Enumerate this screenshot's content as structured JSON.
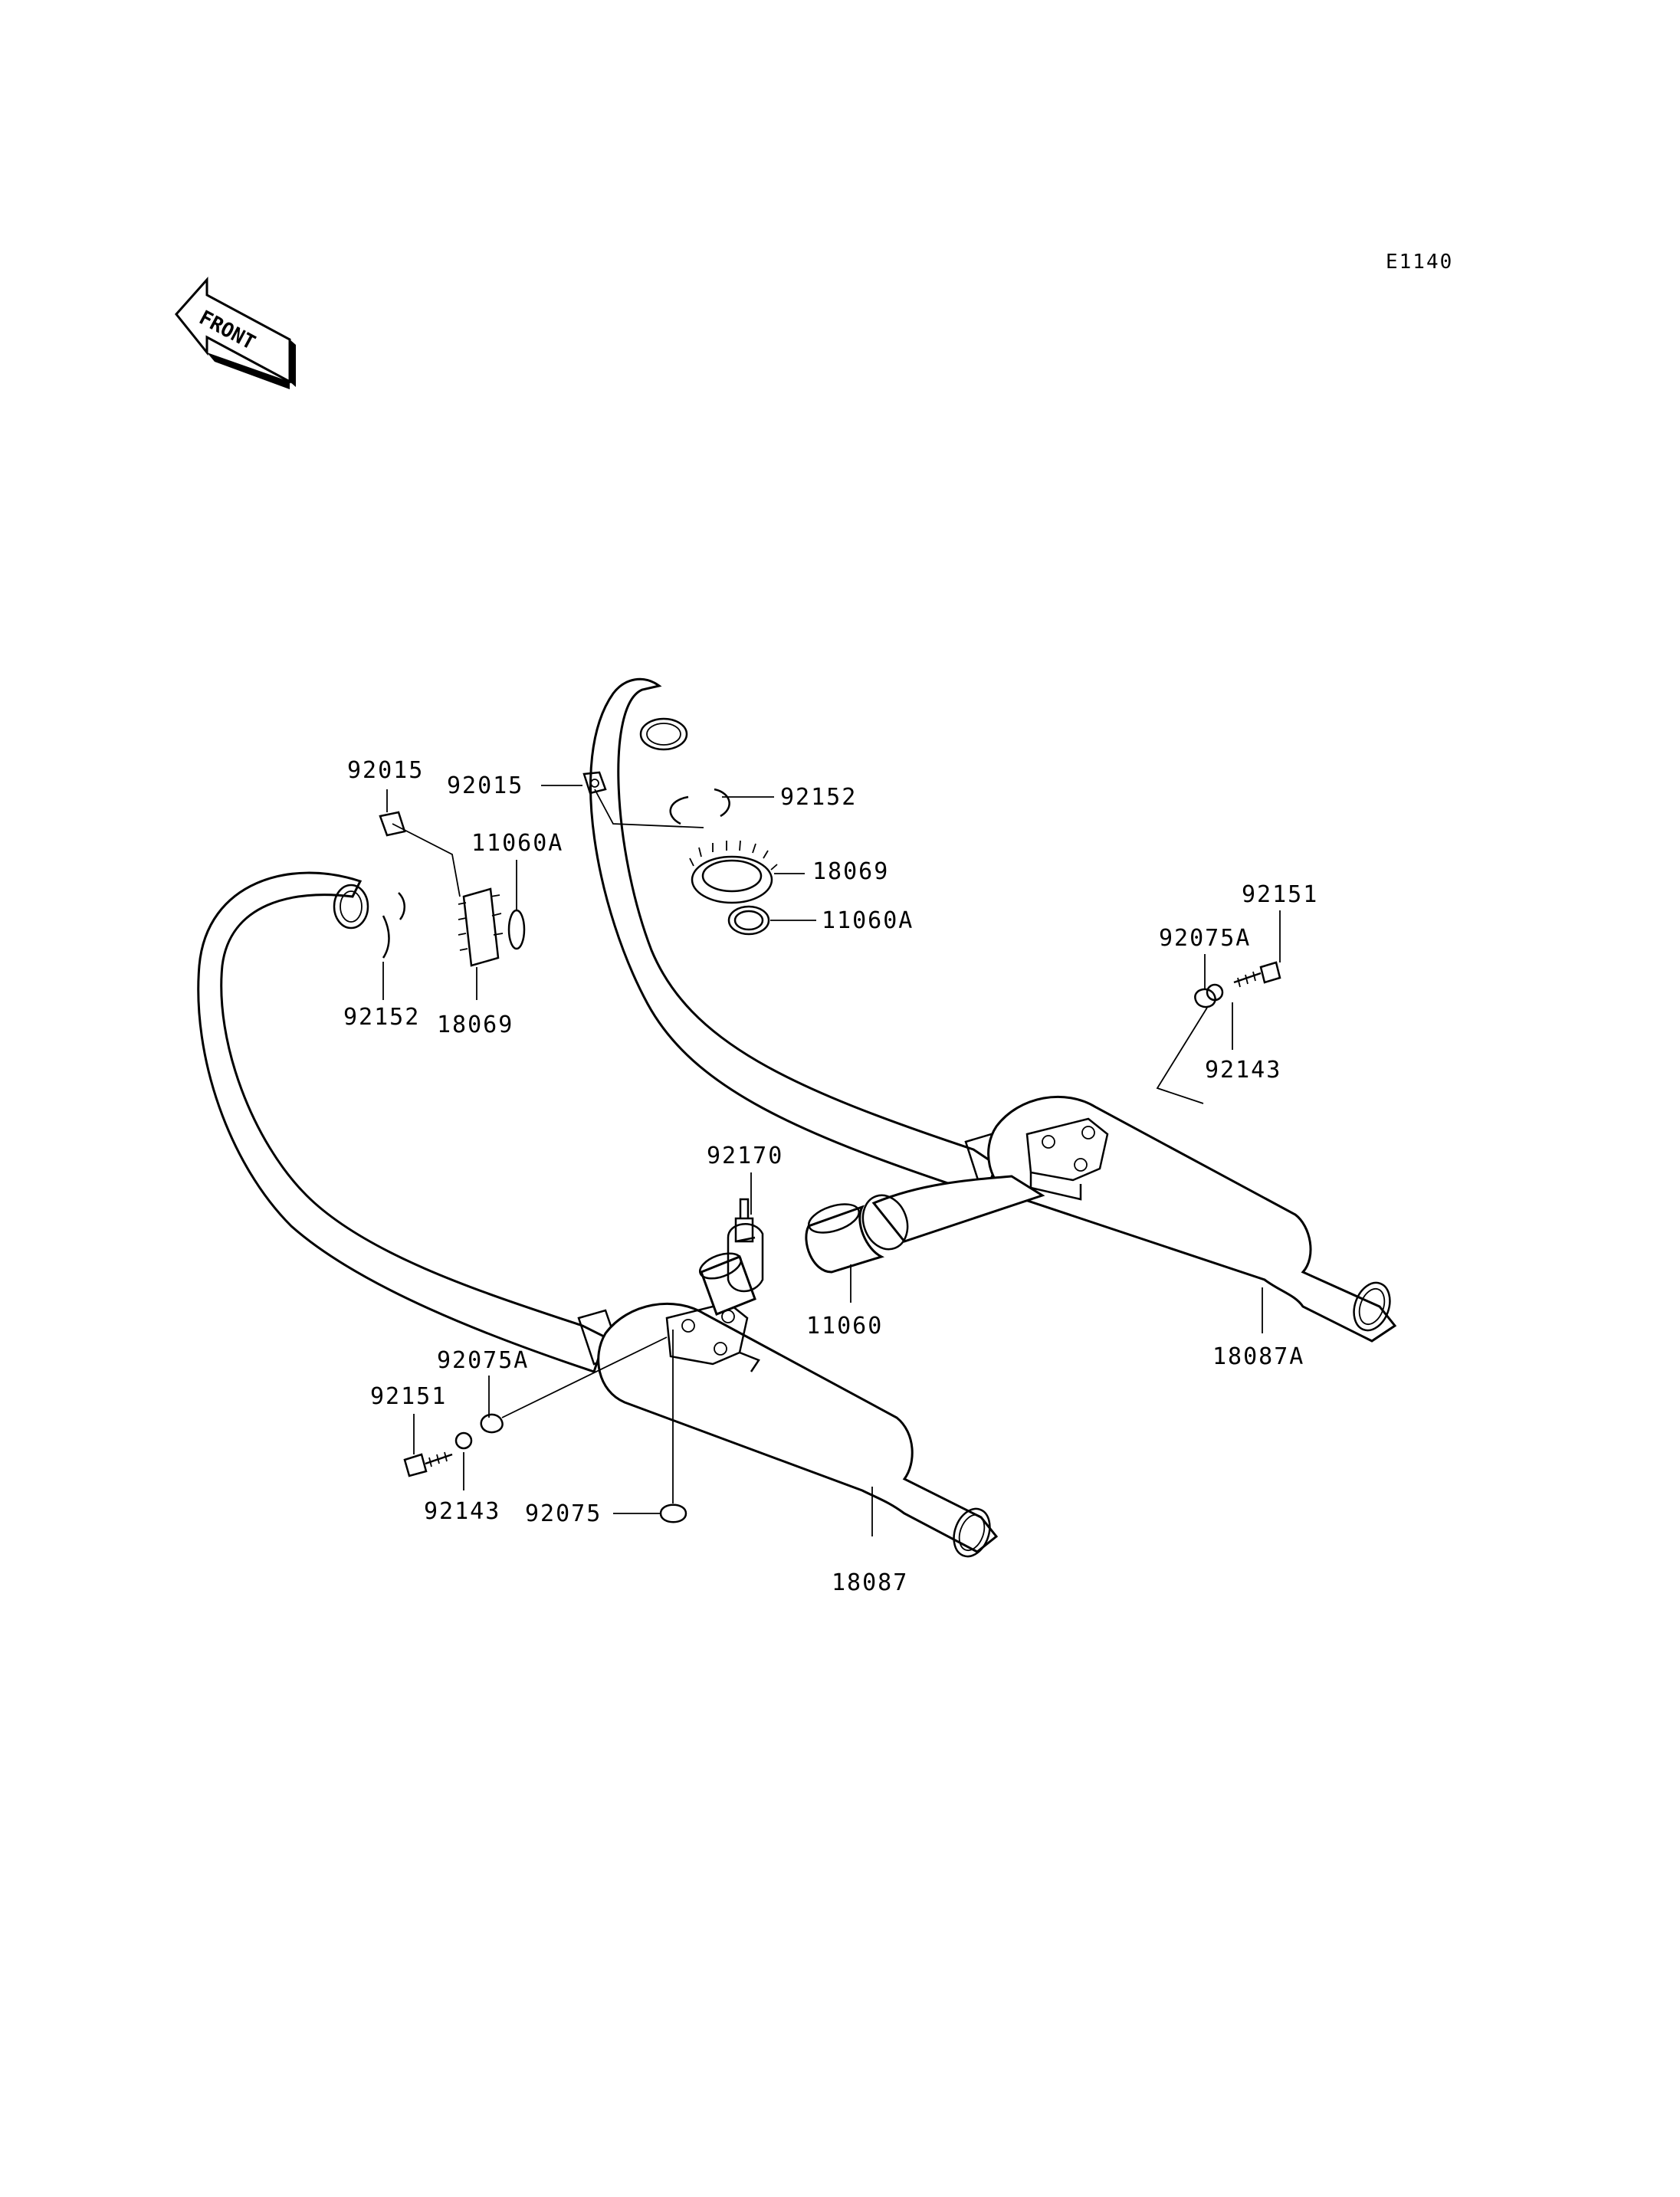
{
  "diagram_code": "E1140",
  "front_arrow": {
    "text": "FRONT",
    "icon": "front-direction-arrow-icon"
  },
  "labels": {
    "l_92015_left": "92015",
    "l_92015_mid": "92015",
    "l_11060A_left": "11060A",
    "l_92152_left": "92152",
    "l_18069_left": "18069",
    "l_92152_top": "92152",
    "l_18069_top": "18069",
    "l_11060A_top": "11060A",
    "l_92151_right": "92151",
    "l_92075A_right": "92075A",
    "l_92143_right": "92143",
    "l_92170": "92170",
    "l_11060": "11060",
    "l_18087A": "18087A",
    "l_92075A_left": "92075A",
    "l_92151_left": "92151",
    "l_92143_left": "92143",
    "l_92075": "92075",
    "l_18087": "18087"
  }
}
